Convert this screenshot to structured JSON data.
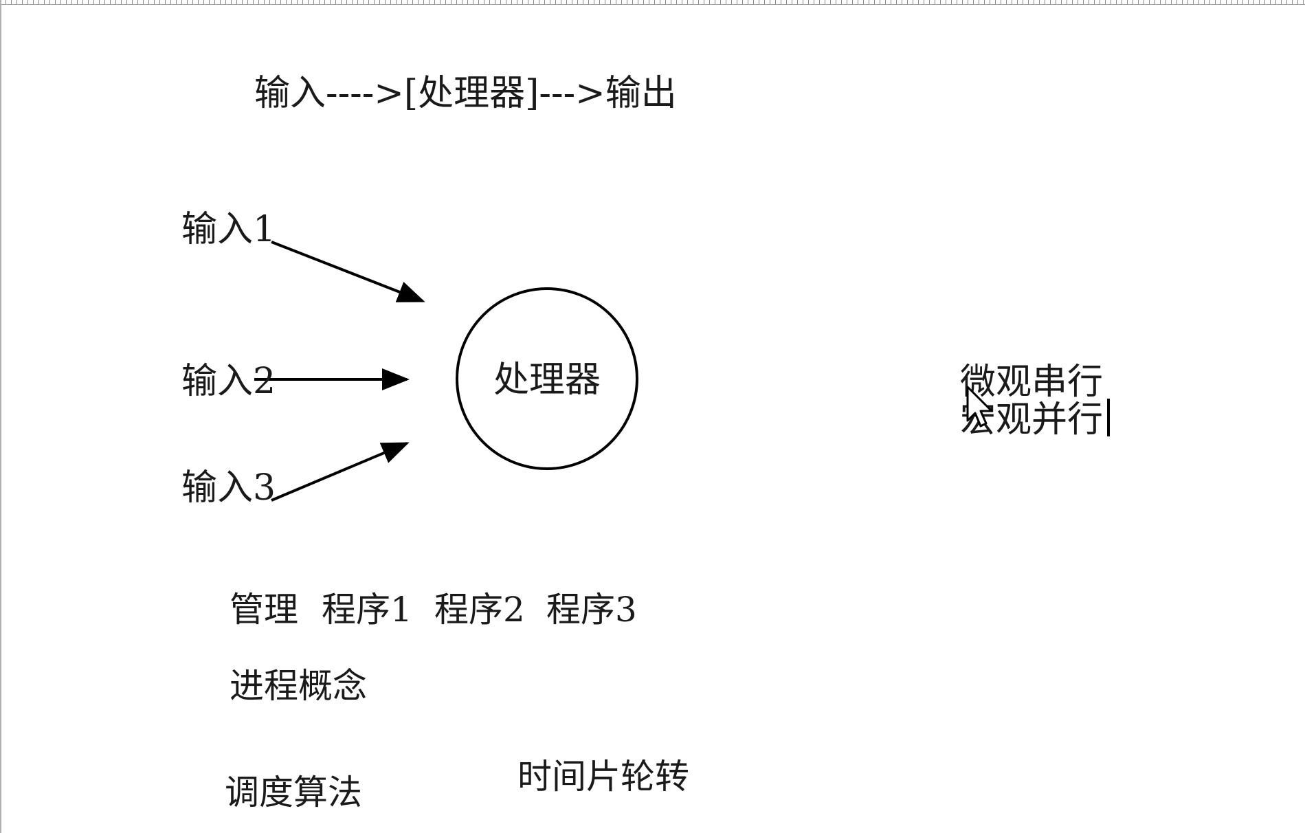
{
  "header_flow": "输入---->[处理器]--->输出",
  "diagram": {
    "inputs": [
      "输入1",
      "输入2",
      "输入3"
    ],
    "processor": "处理器"
  },
  "notes": {
    "micro": "微观串行",
    "macro": "宏观并行",
    "programs": [
      "管理",
      "程序1",
      "程序2",
      "程序3"
    ],
    "process_concept": "进程概念",
    "scheduling": "调度算法",
    "round_robin": "时间片轮转"
  },
  "icons": {
    "mouse": "mouse-pointer-icon",
    "text_caret": "text-cursor-icon"
  },
  "colors": {
    "ink": "#1a1a1a",
    "background": "#ffffff"
  }
}
